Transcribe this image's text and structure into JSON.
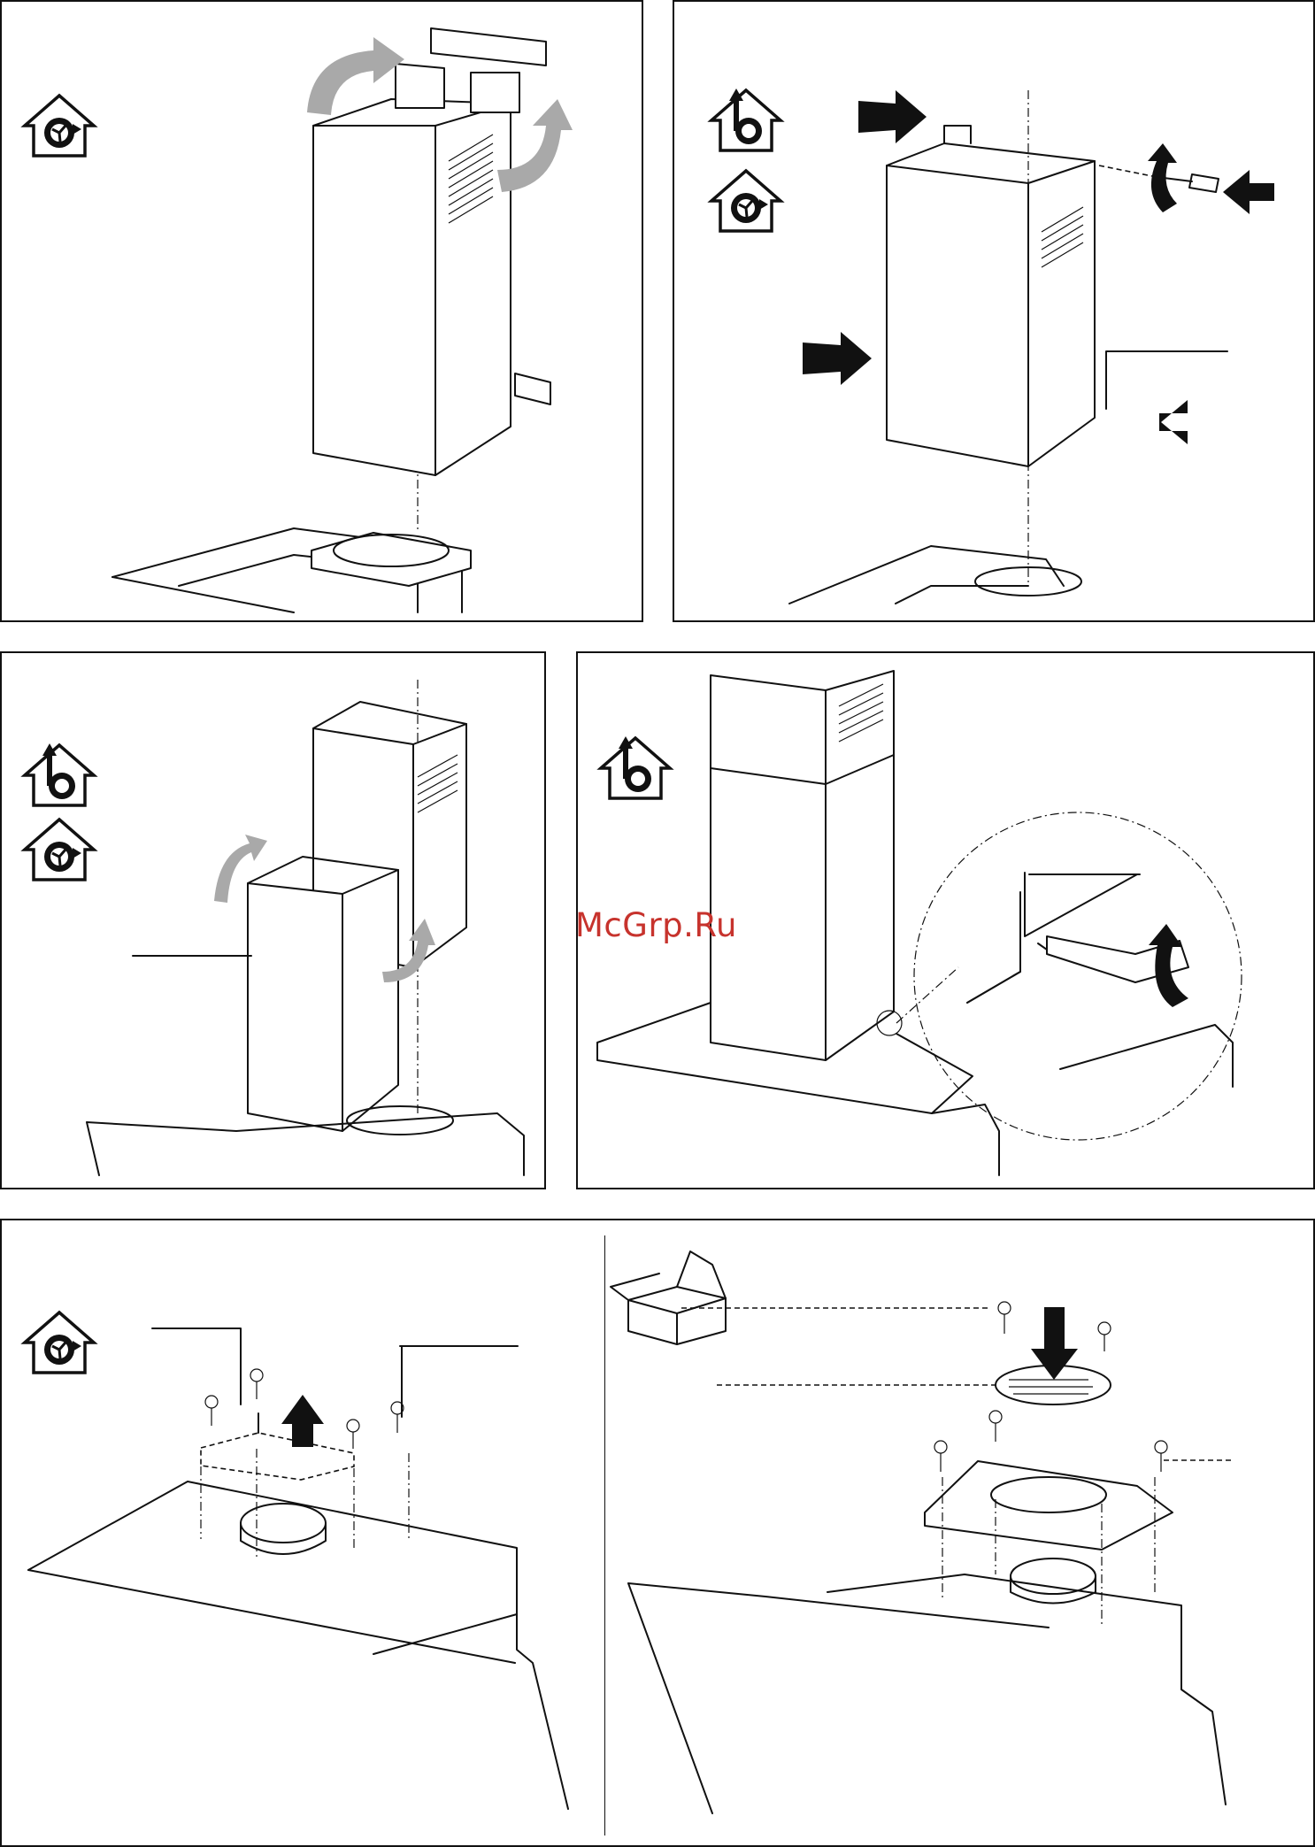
{
  "document": {
    "watermark": "McGrp.Ru",
    "panels": [
      {
        "id": "step-1",
        "icons": [
          "recirculation-mode-icon"
        ]
      },
      {
        "id": "step-2",
        "icons": [
          "extraction-mode-icon",
          "recirculation-mode-icon"
        ]
      },
      {
        "id": "step-3",
        "icons": [
          "extraction-mode-icon",
          "recirculation-mode-icon"
        ]
      },
      {
        "id": "step-4",
        "icons": [
          "extraction-mode-icon"
        ]
      },
      {
        "id": "step-5",
        "icons": [
          "recirculation-mode-icon"
        ]
      },
      {
        "id": "step-6",
        "icons": [
          "parts-box-icon"
        ]
      }
    ]
  }
}
